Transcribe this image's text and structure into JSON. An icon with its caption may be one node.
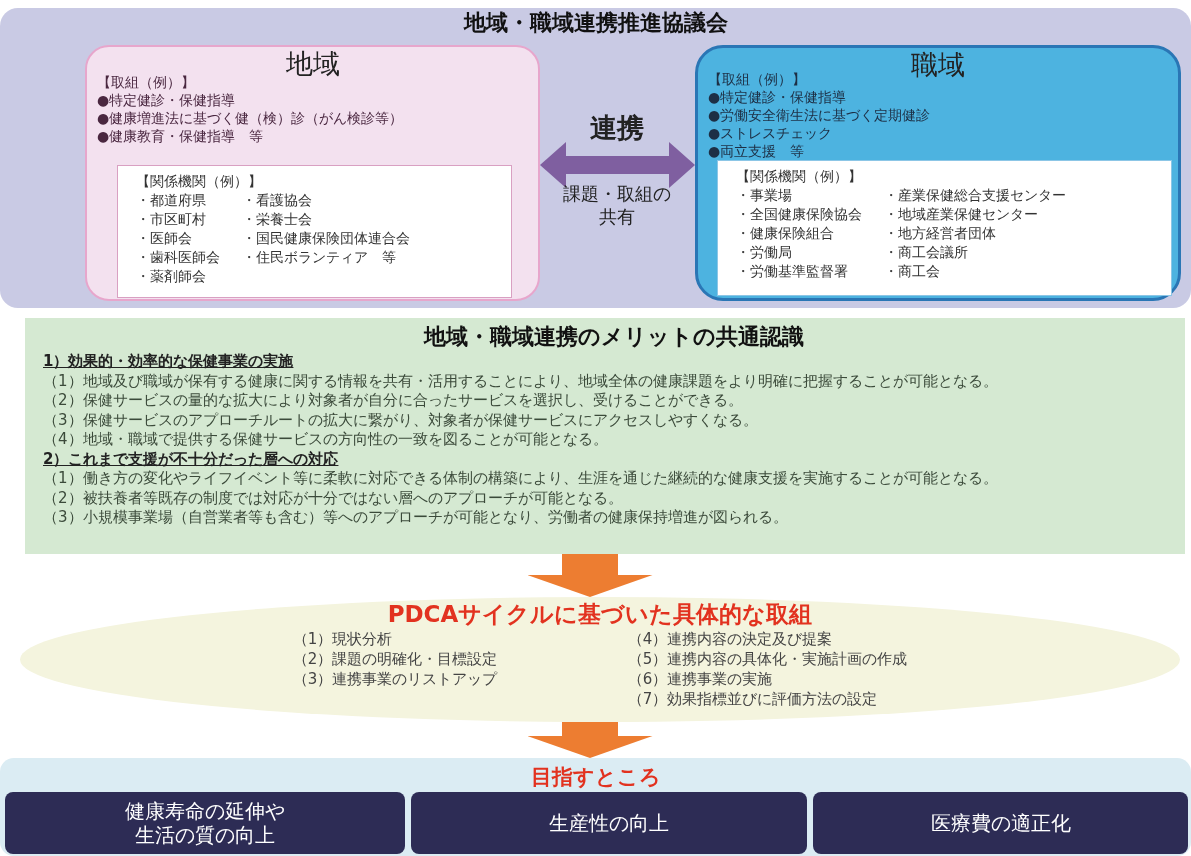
{
  "diagram": {
    "nodes": [
      {
        "text": [
          "地域・職域連携推進協議会"
        ]
      },
      {
        "text": [
          "地域",
          "【取組（例）】",
          "●特定健診・保健指導",
          "●健康増進法に基づく健（検）診（がん検診等）",
          "●健康教育・保健指導　等"
        ],
        "in": 0
      },
      {
        "text": [
          "【関係機関（例）】",
          "・都道府県",
          "・看護協会",
          "・市区町村",
          "・栄養士会",
          "・医師会",
          "・国民健康保険団体連合会",
          "・歯科医師会",
          "・住民ボランティア　等",
          "・薬剤師会"
        ],
        "in": 1
      },
      {
        "text": [
          "職域",
          "【取組（例）】",
          "●特定健診・保健指導",
          "●労働安全衛生法に基づく定期健診",
          "●ストレスチェック",
          "●両立支援　等"
        ],
        "in": 0
      },
      {
        "text": [
          "【関係機関（例）】",
          "・事業場",
          "・産業保健総合支援センター",
          "・全国健康保険協会",
          "・地域産業保健センター",
          "・健康保険組合",
          "・地方経営者団体",
          "・労働局",
          "・商工会議所",
          "・労働基準監督署",
          "・商工会"
        ],
        "in": 3
      },
      {
        "text": [
          "地域・職域連携のメリットの共通認識",
          "1）効果的・効率的な保健事業の実施",
          "（1）地域及び職域が保有する健康に関する情報を共有・活用することにより、地域全体の健康課題をより明確に把握することが可能となる。",
          "（2）保健サービスの量的な拡大により対象者が自分に合ったサービスを選択し、受けることができる。",
          "（3）保健サービスのアプローチルートの拡大に繋がり、対象者が保健サービスにアクセスしやすくなる。",
          "（4）地域・職域で提供する保健サービスの方向性の一致を図ることが可能となる。",
          "2）これまで支援が不十分だった層への対応",
          "（1）働き方の変化やライフイベント等に柔軟に対応できる体制の構築により、生涯を通じた継続的な健康支援を実施することが可能となる。",
          "（2）被扶養者等既存の制度では対応が十分ではない層へのアプローチが可能となる。",
          "（3）小規模事業場（自営業者等も含む）等へのアプローチが可能となり、労働者の健康保持増進が図られる。"
        ]
      },
      {
        "text": [
          "PDCAサイクルに基づいた具体的な取組",
          "（1）現状分析",
          "（2）課題の明確化・目標設定",
          "（3）連携事業のリストアップ",
          "（4）連携内容の決定及び提案",
          "（5）連携内容の具体化・実施計画の作成",
          "（6）連携事業の実施",
          "（7）効果指標並びに評価方法の設定"
        ]
      },
      {
        "text": [
          "目指すところ"
        ]
      },
      {
        "text": [
          "健康寿命の延伸や生活の質の向上"
        ],
        "in": 7
      },
      {
        "text": [
          "生産性の向上"
        ],
        "in": 7
      },
      {
        "text": [
          "医療費の適正化"
        ],
        "in": 7
      }
    ],
    "edges": [
      {
        "from": 1,
        "to": 3,
        "arrow": "both",
        "label": "連携",
        "color": "#7f5fa0"
      },
      {
        "from": 5,
        "to": 6,
        "arrow": "to",
        "color": "#ed7d31"
      },
      {
        "from": 6,
        "to": 7,
        "arrow": "to",
        "color": "#ed7d31"
      }
    ],
    "labels": [
      "課題・取組の共有"
    ]
  }
}
